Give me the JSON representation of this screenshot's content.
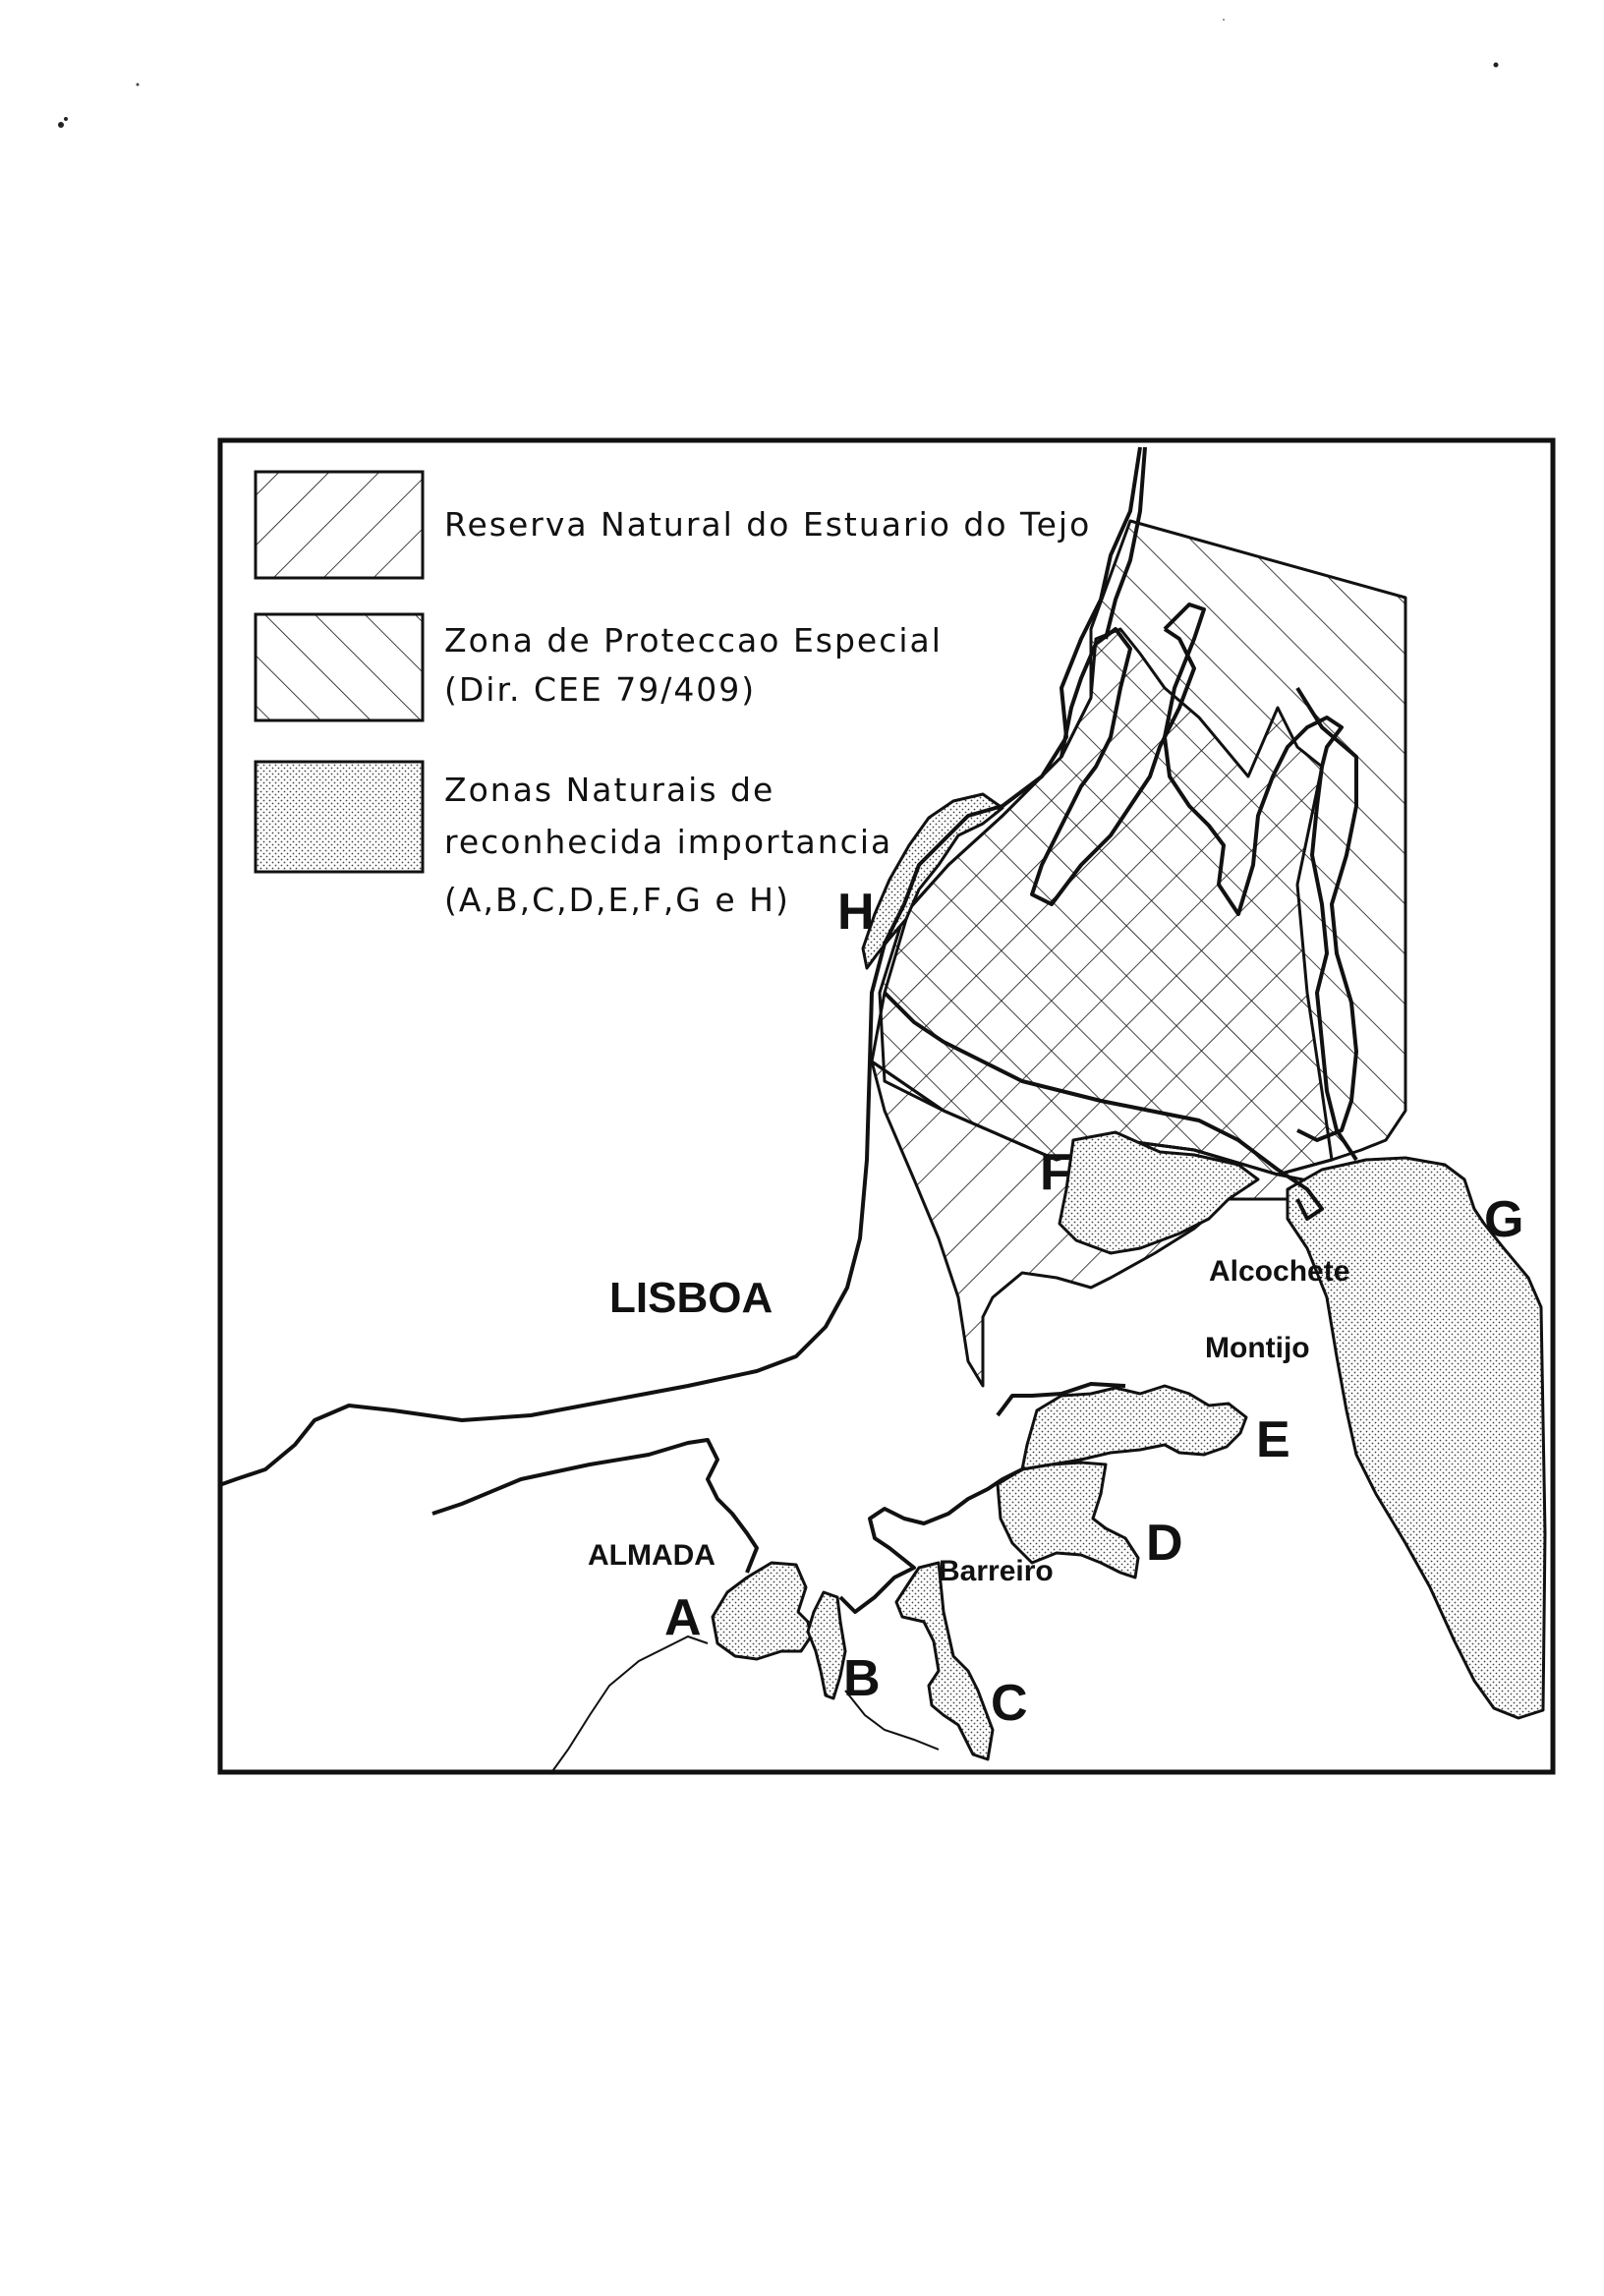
{
  "legend": {
    "reserva": {
      "line1": "Reserva Natural do Estuario do Tejo"
    },
    "zpe": {
      "line1": "Zona de Proteccao Especial",
      "line2": "(Dir. CEE 79/409)"
    },
    "zonas": {
      "line1": "Zonas Naturais de",
      "line2": "reconhecida importancia",
      "line3": "(A,B,C,D,E,F,G e H)"
    }
  },
  "places": {
    "lisboa": "LISBOA",
    "almada": "ALMADA",
    "barreiro": "Barreiro",
    "alcochete": "Alcochete",
    "montijo": "Montijo"
  },
  "zones": {
    "a": "A",
    "b": "B",
    "c": "C",
    "d": "D",
    "e": "E",
    "f": "F",
    "g": "G",
    "h": "H"
  },
  "colors": {
    "ink": "#111111",
    "background": "#ffffff"
  }
}
